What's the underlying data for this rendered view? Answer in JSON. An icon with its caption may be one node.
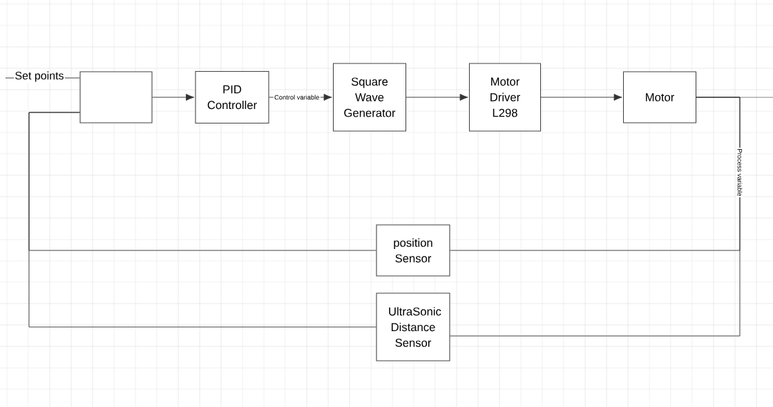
{
  "diagram": {
    "nodes": [
      {
        "text": [],
        "shape": "box"
      },
      {
        "text": [
          "PID Controller"
        ]
      },
      {
        "text": [
          "Square Wave Generator"
        ]
      },
      {
        "text": [
          "Motor Driver L298"
        ]
      },
      {
        "text": [
          "Motor"
        ]
      },
      {
        "text": [
          "position Sensor"
        ]
      },
      {
        "text": [
          "UltraSonic Distance Sensor"
        ]
      }
    ],
    "edges": [
      {
        "from": null,
        "to": 0,
        "arrow": "none",
        "label": "Set points"
      },
      {
        "from": 0,
        "to": 1,
        "arrow": "to"
      },
      {
        "from": 1,
        "to": 2,
        "arrow": "to",
        "label": "Control variable"
      },
      {
        "from": 2,
        "to": 3,
        "arrow": "to"
      },
      {
        "from": 3,
        "to": 4,
        "arrow": "to"
      },
      {
        "from": 4,
        "to": null,
        "arrow": "none"
      },
      {
        "from": 4,
        "to": 5,
        "arrow": "none",
        "label": "Process variable"
      },
      {
        "from": 4,
        "to": 6,
        "arrow": "none"
      },
      {
        "from": 5,
        "to": 0,
        "arrow": "none"
      },
      {
        "from": 6,
        "to": 0,
        "arrow": "none"
      }
    ]
  }
}
